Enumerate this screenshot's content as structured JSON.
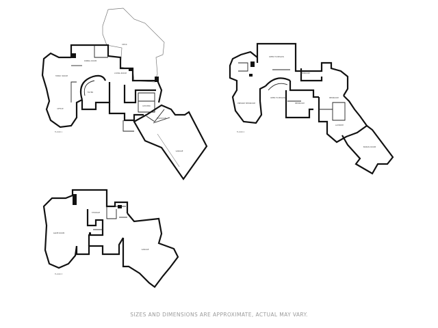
{
  "disclaimer": "SIZES AND DIMENSIONS ARE APPROXIMATE, ACTUAL MAY VARY.",
  "floors": [
    {
      "id": "floor-1",
      "label": "FLOOR 1"
    },
    {
      "id": "floor-2",
      "label": "FLOOR 2"
    },
    {
      "id": "floor-3",
      "label": "FLOOR 3"
    }
  ],
  "rooms": [
    {
      "id": "deck",
      "label": "DECK"
    },
    {
      "id": "family-room",
      "label": "FAMILY ROOM"
    },
    {
      "id": "dining-room",
      "label": "DINING ROOM"
    },
    {
      "id": "living-room",
      "label": "LIVING ROOM"
    },
    {
      "id": "foyer",
      "label": "FOYER"
    },
    {
      "id": "office",
      "label": "OFFICE"
    },
    {
      "id": "kitchen",
      "label": "KITCHEN"
    },
    {
      "id": "mudroom",
      "label": "MUDROOM"
    },
    {
      "id": "garage-1",
      "label": "GARAGE"
    },
    {
      "id": "bedroom-1",
      "label": "BEDROOM"
    },
    {
      "id": "bedroom-2",
      "label": "BEDROOM"
    },
    {
      "id": "bedroom-3",
      "label": "BEDROOM"
    },
    {
      "id": "primary-bedroom",
      "label": "PRIMARY BEDROOM"
    },
    {
      "id": "open-to-below-1",
      "label": "OPEN TO BELOW"
    },
    {
      "id": "open-to-below-2",
      "label": "OPEN TO BELOW"
    },
    {
      "id": "bonus-room",
      "label": "BONUS ROOM"
    },
    {
      "id": "laundry",
      "label": "LAUNDRY"
    },
    {
      "id": "game-room",
      "label": "GAME ROOM"
    },
    {
      "id": "storage",
      "label": "STORAGE"
    },
    {
      "id": "garage-2",
      "label": "GARAGE"
    }
  ]
}
